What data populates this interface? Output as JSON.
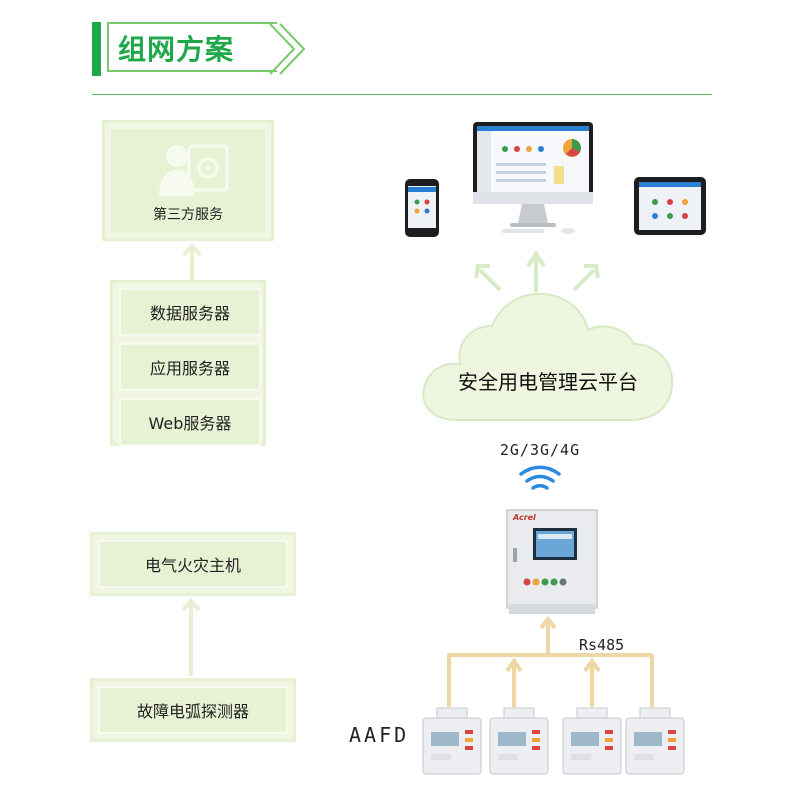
{
  "header": {
    "title": "组网方案"
  },
  "left_stack": {
    "third_party": "第三方服务",
    "servers": [
      "数据服务器",
      "应用服务器",
      "Web服务器"
    ]
  },
  "left_bottom": {
    "host": "电气火灾主机",
    "detector": "故障电弧探测器"
  },
  "right": {
    "cloud_label": "安全用电管理云平台",
    "network_label": "2G/3G/4G",
    "bus_label": "Rs485",
    "device_label": "AAFD",
    "cabinet_brand": "Acrel"
  },
  "colors": {
    "accent": "#1fa84a",
    "arrow": "#eed7a4",
    "box_fill": "#e7f1d3",
    "cloud": "#eef6e0"
  }
}
